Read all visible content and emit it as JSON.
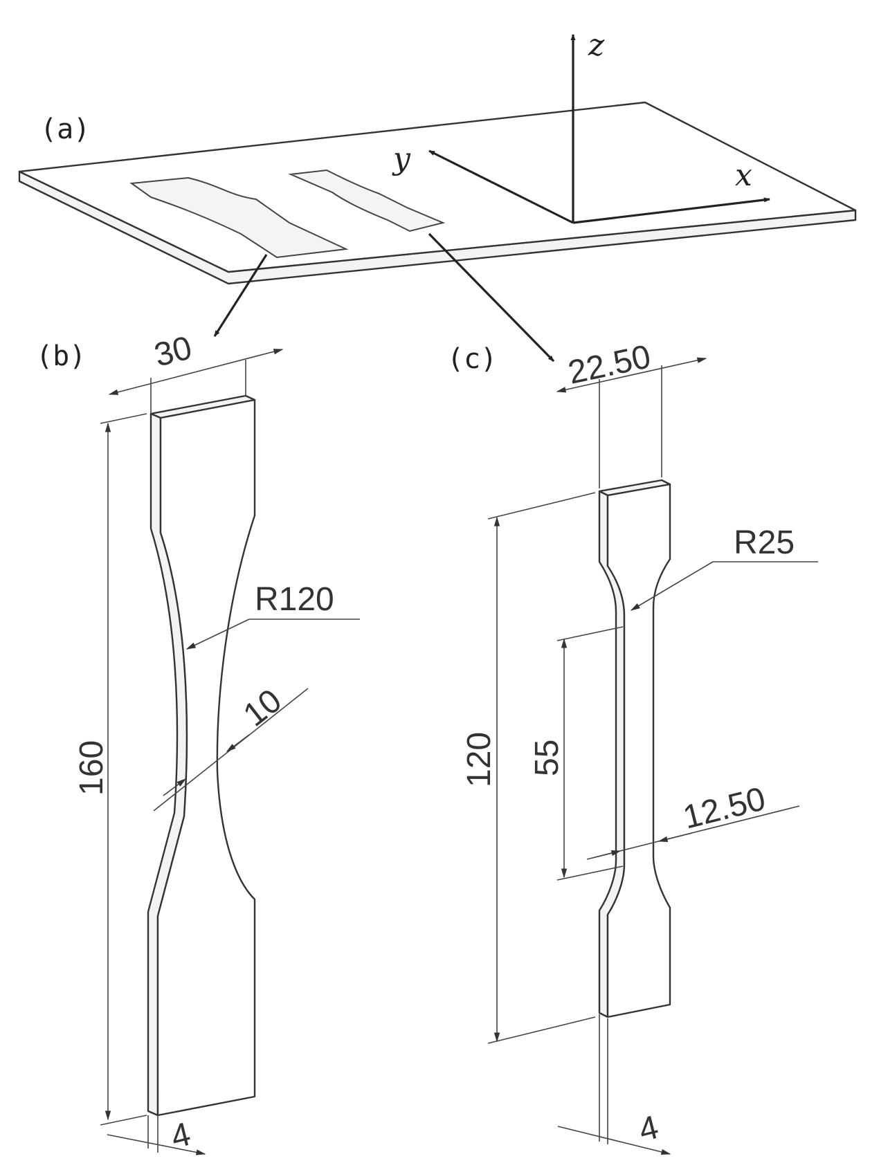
{
  "labels": {
    "panel_a": "(a)",
    "panel_b": "(b)",
    "panel_c": "(c)"
  },
  "axes": {
    "x": "x",
    "y": "y",
    "z": "z"
  },
  "specimen_b": {
    "width": "30",
    "length": "160",
    "radius": "R120",
    "neck": "10",
    "thickness": "4"
  },
  "specimen_c": {
    "width": "22.50",
    "length": "120",
    "gauge": "55",
    "radius": "R25",
    "neck": "12.50",
    "thickness": "4"
  }
}
